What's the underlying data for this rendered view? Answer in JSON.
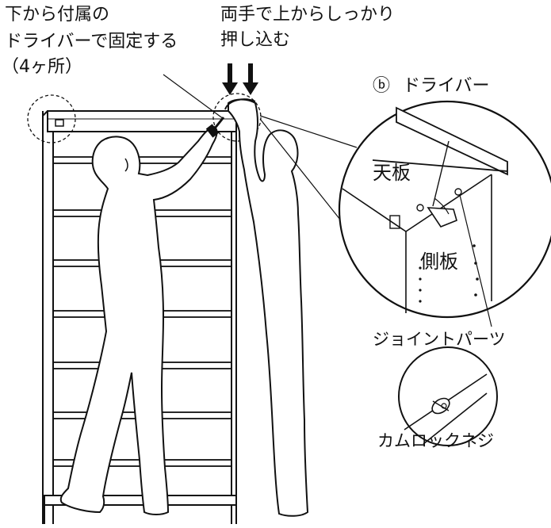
{
  "instructions": {
    "screw_line1": "下から付属の",
    "screw_line2": "ドライバーで固定する",
    "screw_line3": "（4ヶ所）",
    "push_line1": "両手で上からしっかり",
    "push_line2": "押し込む"
  },
  "detail": {
    "driver_marker": "ⓑ",
    "driver_label": "ドライバー",
    "top_board": "天板",
    "side_board": "側板",
    "joint_parts": "ジョイントパーツ",
    "cam_lock": "カムロックネジ"
  },
  "colors": {
    "ink": "#111111",
    "paper": "#ffffff"
  }
}
